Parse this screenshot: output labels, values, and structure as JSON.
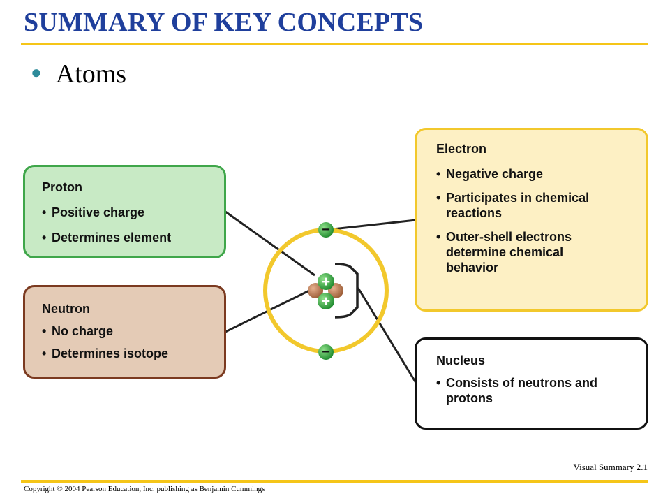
{
  "slide": {
    "title": "SUMMARY OF KEY CONCEPTS",
    "bullet": "Atoms",
    "caption": "Visual Summary 2.1",
    "copyright": "Copyright © 2004 Pearson Education, Inc. publishing as Benjamin Cummings"
  },
  "proton": {
    "heading": "Proton",
    "items": [
      "Positive charge",
      "Determines element"
    ]
  },
  "neutron": {
    "heading": "Neutron",
    "items": [
      "No charge",
      "Determines isotope"
    ]
  },
  "electron": {
    "heading": "Electron",
    "items": [
      "Negative charge",
      "Participates in chemical reactions",
      "Outer-shell electrons determine chemical behavior"
    ]
  },
  "nucleus": {
    "heading": "Nucleus",
    "items": [
      "Consists of neutrons and protons"
    ]
  },
  "atom": {
    "proton_symbol": "+",
    "electron_symbol": "−"
  },
  "colors": {
    "title": "#1f3f9c",
    "rule": "#f5c518",
    "proton_fill": "#c8eac5",
    "proton_border": "#3fa64a",
    "neutron_fill": "#e4cbb6",
    "neutron_border": "#7b3a20",
    "electron_fill": "#fdf0c4",
    "electron_border": "#f2c82c",
    "orbit": "#f2c82c"
  }
}
